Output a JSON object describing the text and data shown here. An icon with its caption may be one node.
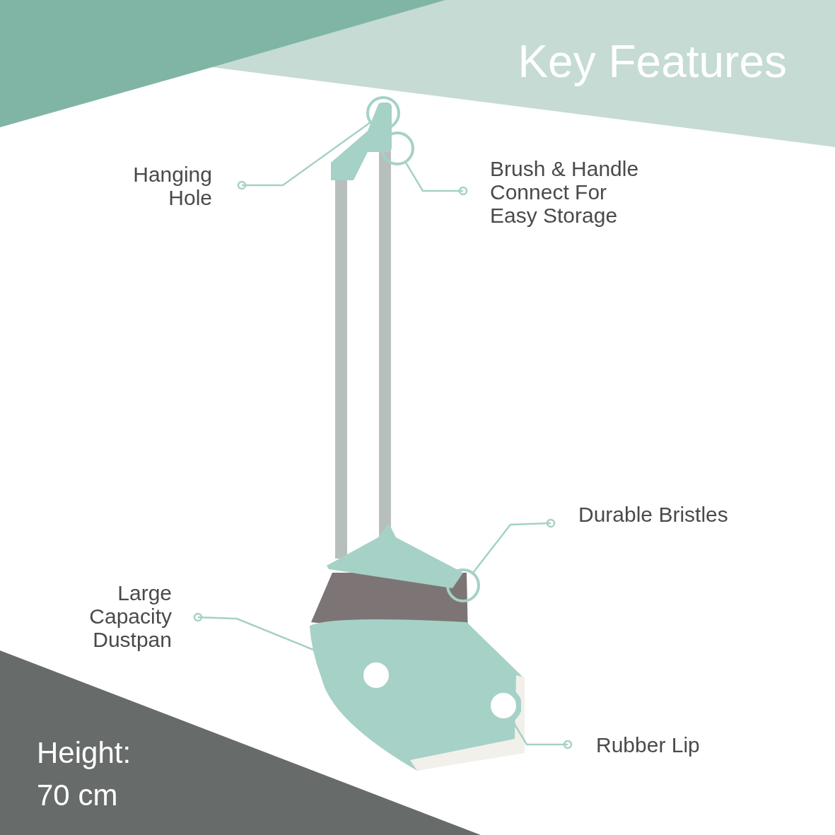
{
  "diagram": {
    "title": "Key Features",
    "nodes": [
      {
        "text": [
          "Hanging Hole"
        ]
      },
      {
        "text": [],
        "shape": "circle"
      },
      {
        "text": [
          "Brush & Handle Connect For Easy Storage"
        ]
      },
      {
        "text": [],
        "shape": "circle"
      },
      {
        "text": [
          "Durable Bristles"
        ]
      },
      {
        "text": [],
        "shape": "circle"
      },
      {
        "text": [
          "Large Capacity Dustpan"
        ]
      },
      {
        "text": [],
        "shape": "circle"
      },
      {
        "text": [
          "Rubber Lip"
        ]
      },
      {
        "text": [],
        "shape": "circle"
      }
    ],
    "edges": [
      {
        "from": 0,
        "to": 1,
        "arrow": "other"
      },
      {
        "from": 2,
        "to": 3,
        "arrow": "other"
      },
      {
        "from": 4,
        "to": 5,
        "arrow": "other"
      },
      {
        "from": 6,
        "to": 7,
        "arrow": "other"
      },
      {
        "from": 8,
        "to": 9,
        "arrow": "other"
      }
    ],
    "labels": [
      "Height: 70 cm"
    ]
  }
}
